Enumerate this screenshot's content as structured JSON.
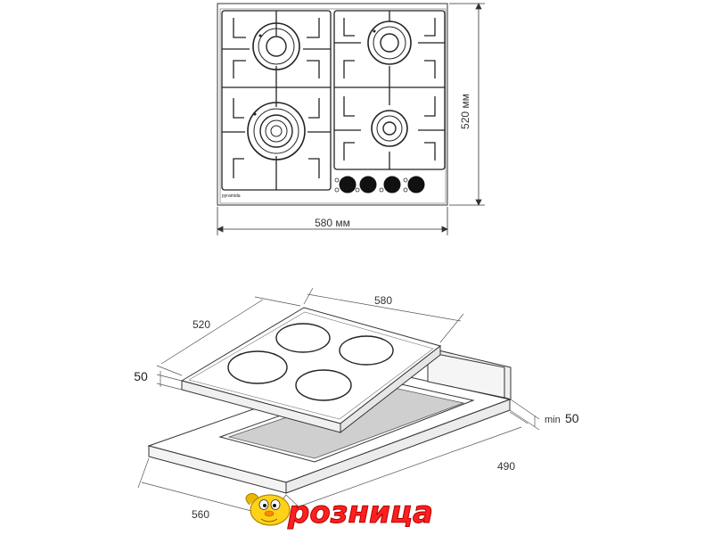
{
  "top_view": {
    "brand": "pyramida",
    "width_label": "580 мм",
    "depth_label": "520 мм"
  },
  "iso_view": {
    "label_580": "580",
    "label_520": "520",
    "label_50_height": "50",
    "label_min": "min",
    "label_min_value": "50",
    "label_490": "490",
    "label_560": "560"
  },
  "logo": {
    "text": "розница"
  }
}
